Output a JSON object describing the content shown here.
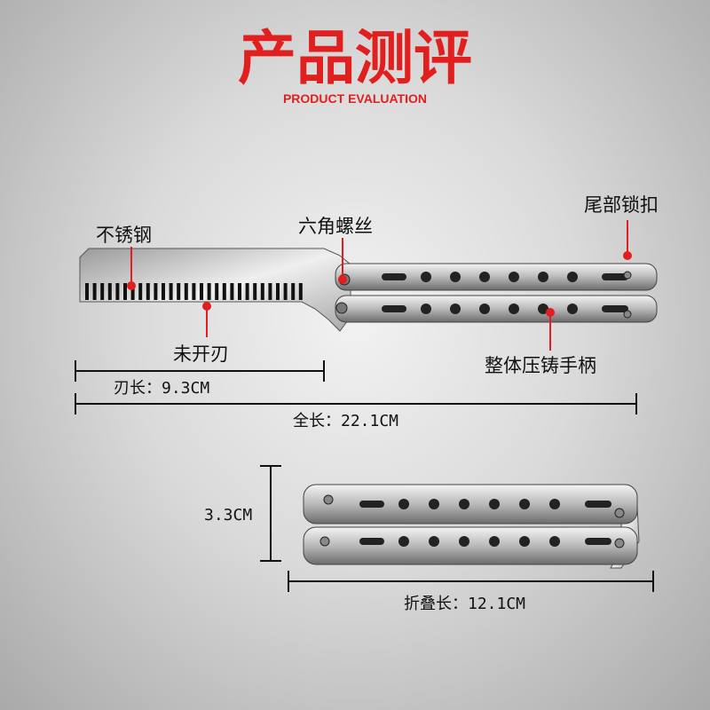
{
  "colors": {
    "accent": "#e11f1f",
    "line": "#111111"
  },
  "header": {
    "title": "产品测评",
    "subtitle": "PRODUCT EVALUATION"
  },
  "callouts": {
    "stainless": "不锈钢",
    "hex_screw": "六角螺丝",
    "tail_lock": "尾部锁扣",
    "unsharpened": "未开刃",
    "die_cast_handle": "整体压铸手柄"
  },
  "dimensions": {
    "blade_length": "刃长：9.3CM",
    "total_length": "全长：22.1CM",
    "height": "3.3CM",
    "folded_length": "折叠长：12.1CM"
  }
}
